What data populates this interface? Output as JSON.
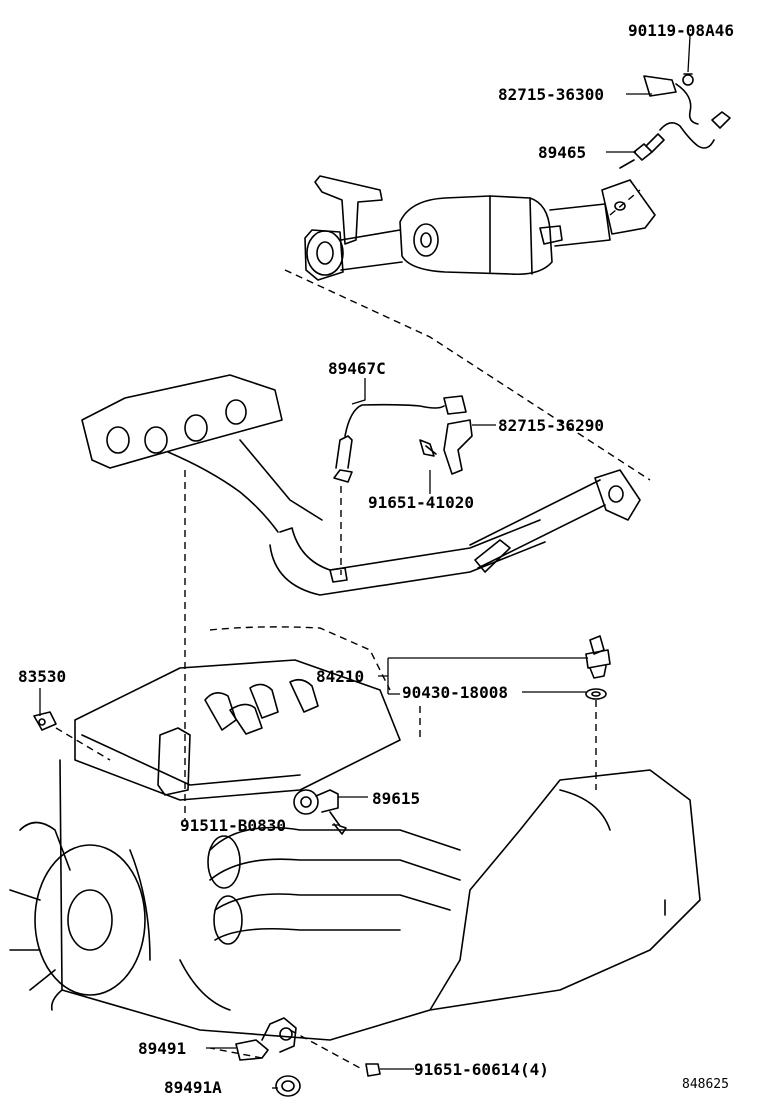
{
  "parts": [
    {
      "id": "p1",
      "number": "90119-08A46"
    },
    {
      "id": "p2",
      "number": "82715-36300"
    },
    {
      "id": "p3",
      "number": "89465"
    },
    {
      "id": "p4",
      "number": "89467C"
    },
    {
      "id": "p5",
      "number": "82715-36290"
    },
    {
      "id": "p6",
      "number": "91651-41020"
    },
    {
      "id": "p7",
      "number": "83530"
    },
    {
      "id": "p8",
      "number": "84210"
    },
    {
      "id": "p9",
      "number": "90430-18008"
    },
    {
      "id": "p10",
      "number": "89615"
    },
    {
      "id": "p11",
      "number": "91511-B0830"
    },
    {
      "id": "p12",
      "number": "89491"
    },
    {
      "id": "p13",
      "number": "91651-60614(4)"
    },
    {
      "id": "p14",
      "number": "89491A"
    }
  ],
  "diagram_ref": "848625"
}
